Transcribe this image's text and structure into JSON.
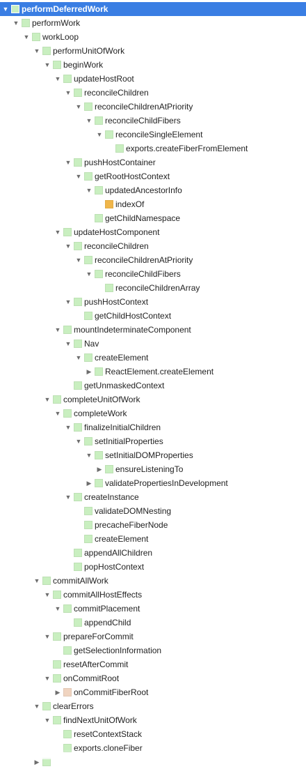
{
  "colors": {
    "default": "#c9efc0",
    "hot": "#f0b64a",
    "cold": "#f0d4c0",
    "selected_bg": "#3a7ee3"
  },
  "tree": [
    {
      "label": "performDeferredWork",
      "depth": 0,
      "toggle": "expanded",
      "selected": true
    },
    {
      "label": "performWork",
      "depth": 1,
      "toggle": "expanded"
    },
    {
      "label": "workLoop",
      "depth": 2,
      "toggle": "expanded"
    },
    {
      "label": "performUnitOfWork",
      "depth": 3,
      "toggle": "expanded"
    },
    {
      "label": "beginWork",
      "depth": 4,
      "toggle": "expanded"
    },
    {
      "label": "updateHostRoot",
      "depth": 5,
      "toggle": "expanded"
    },
    {
      "label": "reconcileChildren",
      "depth": 6,
      "toggle": "expanded"
    },
    {
      "label": "reconcileChildrenAtPriority",
      "depth": 7,
      "toggle": "expanded"
    },
    {
      "label": "reconcileChildFibers",
      "depth": 8,
      "toggle": "expanded"
    },
    {
      "label": "reconcileSingleElement",
      "depth": 9,
      "toggle": "expanded"
    },
    {
      "label": "exports.createFiberFromElement",
      "depth": 10,
      "toggle": "none"
    },
    {
      "label": "pushHostContainer",
      "depth": 6,
      "toggle": "expanded"
    },
    {
      "label": "getRootHostContext",
      "depth": 7,
      "toggle": "expanded"
    },
    {
      "label": "updatedAncestorInfo",
      "depth": 8,
      "toggle": "expanded"
    },
    {
      "label": "indexOf",
      "depth": 9,
      "toggle": "none",
      "color": "hot"
    },
    {
      "label": "getChildNamespace",
      "depth": 8,
      "toggle": "none"
    },
    {
      "label": "updateHostComponent",
      "depth": 5,
      "toggle": "expanded"
    },
    {
      "label": "reconcileChildren",
      "depth": 6,
      "toggle": "expanded"
    },
    {
      "label": "reconcileChildrenAtPriority",
      "depth": 7,
      "toggle": "expanded"
    },
    {
      "label": "reconcileChildFibers",
      "depth": 8,
      "toggle": "expanded"
    },
    {
      "label": "reconcileChildrenArray",
      "depth": 9,
      "toggle": "none"
    },
    {
      "label": "pushHostContext",
      "depth": 6,
      "toggle": "expanded"
    },
    {
      "label": "getChildHostContext",
      "depth": 7,
      "toggle": "none"
    },
    {
      "label": "mountIndeterminateComponent",
      "depth": 5,
      "toggle": "expanded"
    },
    {
      "label": "Nav",
      "depth": 6,
      "toggle": "expanded"
    },
    {
      "label": "createElement",
      "depth": 7,
      "toggle": "expanded"
    },
    {
      "label": "ReactElement.createElement",
      "depth": 8,
      "toggle": "collapsed"
    },
    {
      "label": "getUnmaskedContext",
      "depth": 6,
      "toggle": "none"
    },
    {
      "label": "completeUnitOfWork",
      "depth": 4,
      "toggle": "expanded"
    },
    {
      "label": "completeWork",
      "depth": 5,
      "toggle": "expanded"
    },
    {
      "label": "finalizeInitialChildren",
      "depth": 6,
      "toggle": "expanded"
    },
    {
      "label": "setInitialProperties",
      "depth": 7,
      "toggle": "expanded"
    },
    {
      "label": "setInitialDOMProperties",
      "depth": 8,
      "toggle": "expanded"
    },
    {
      "label": "ensureListeningTo",
      "depth": 9,
      "toggle": "collapsed"
    },
    {
      "label": "validatePropertiesInDevelopment",
      "depth": 8,
      "toggle": "collapsed"
    },
    {
      "label": "createInstance",
      "depth": 6,
      "toggle": "expanded"
    },
    {
      "label": "validateDOMNesting",
      "depth": 7,
      "toggle": "none"
    },
    {
      "label": "precacheFiberNode",
      "depth": 7,
      "toggle": "none"
    },
    {
      "label": "createElement",
      "depth": 7,
      "toggle": "none"
    },
    {
      "label": "appendAllChildren",
      "depth": 6,
      "toggle": "none"
    },
    {
      "label": "popHostContext",
      "depth": 6,
      "toggle": "none"
    },
    {
      "label": "commitAllWork",
      "depth": 3,
      "toggle": "expanded"
    },
    {
      "label": "commitAllHostEffects",
      "depth": 4,
      "toggle": "expanded"
    },
    {
      "label": "commitPlacement",
      "depth": 5,
      "toggle": "expanded"
    },
    {
      "label": "appendChild",
      "depth": 6,
      "toggle": "none"
    },
    {
      "label": "prepareForCommit",
      "depth": 4,
      "toggle": "expanded"
    },
    {
      "label": "getSelectionInformation",
      "depth": 5,
      "toggle": "none"
    },
    {
      "label": "resetAfterCommit",
      "depth": 4,
      "toggle": "none"
    },
    {
      "label": "onCommitRoot",
      "depth": 4,
      "toggle": "expanded"
    },
    {
      "label": "onCommitFiberRoot",
      "depth": 5,
      "toggle": "collapsed",
      "color": "cold"
    },
    {
      "label": "clearErrors",
      "depth": 3,
      "toggle": "expanded"
    },
    {
      "label": "findNextUnitOfWork",
      "depth": 4,
      "toggle": "expanded"
    },
    {
      "label": "resetContextStack",
      "depth": 5,
      "toggle": "none"
    },
    {
      "label": "exports.cloneFiber",
      "depth": 5,
      "toggle": "none"
    },
    {
      "label": "",
      "depth": 3,
      "toggle": "collapsed"
    }
  ]
}
